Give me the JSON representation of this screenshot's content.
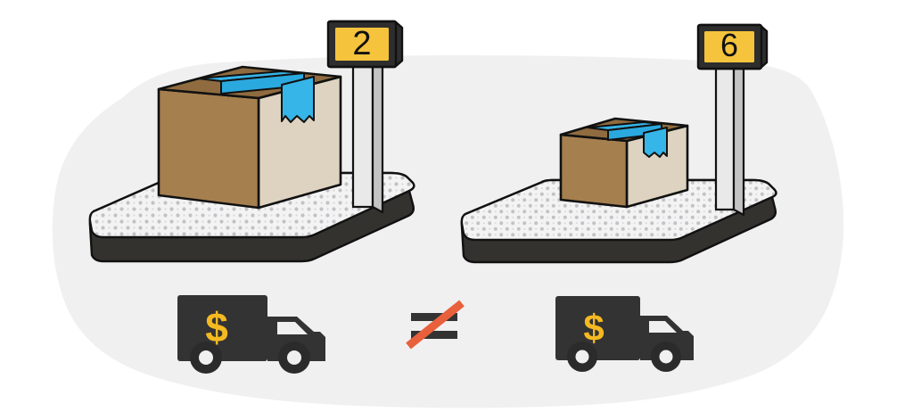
{
  "scene": {
    "title": "Shipping weight comparison illustration",
    "background_color": "#f0f0f0",
    "canvas_color": "#ffffff"
  },
  "palette": {
    "sign_yellow": "#f5c33c",
    "sign_frame_dark": "#2e2e2e",
    "box_left_face": "#a67f4f",
    "box_top_face": "#8f6b3f",
    "box_right_face": "#ddd3c0",
    "tape_blue": "#35b5e8",
    "tape_blue_dark": "#1f9ed4",
    "scale_base_dark": "#33322f",
    "scale_top_light": "#f2f2f2",
    "scale_dot": "#b9b9bd",
    "post_light": "#e6e6e6",
    "post_shade": "#bdbdbd",
    "truck_body": "#333333",
    "dollar_yellow": "#f5b921",
    "slash_orange": "#e8603c",
    "outline": "#111111"
  },
  "scales": [
    {
      "id": "left-scale",
      "sign_value": "2",
      "box_size": "large",
      "label": "Left weighing scale with large package"
    },
    {
      "id": "right-scale",
      "sign_value": "6",
      "box_size": "small",
      "label": "Right weighing scale with small package"
    }
  ],
  "comparison": {
    "operator_name": "not-equal-sign",
    "operator_symbol": "≠",
    "left_icon": "delivery-truck-dollar-icon",
    "right_icon": "delivery-truck-dollar-icon",
    "left_icon_label": "Shipping cost truck (left)",
    "right_icon_label": "Shipping cost truck (right)",
    "currency_symbol": "$"
  }
}
